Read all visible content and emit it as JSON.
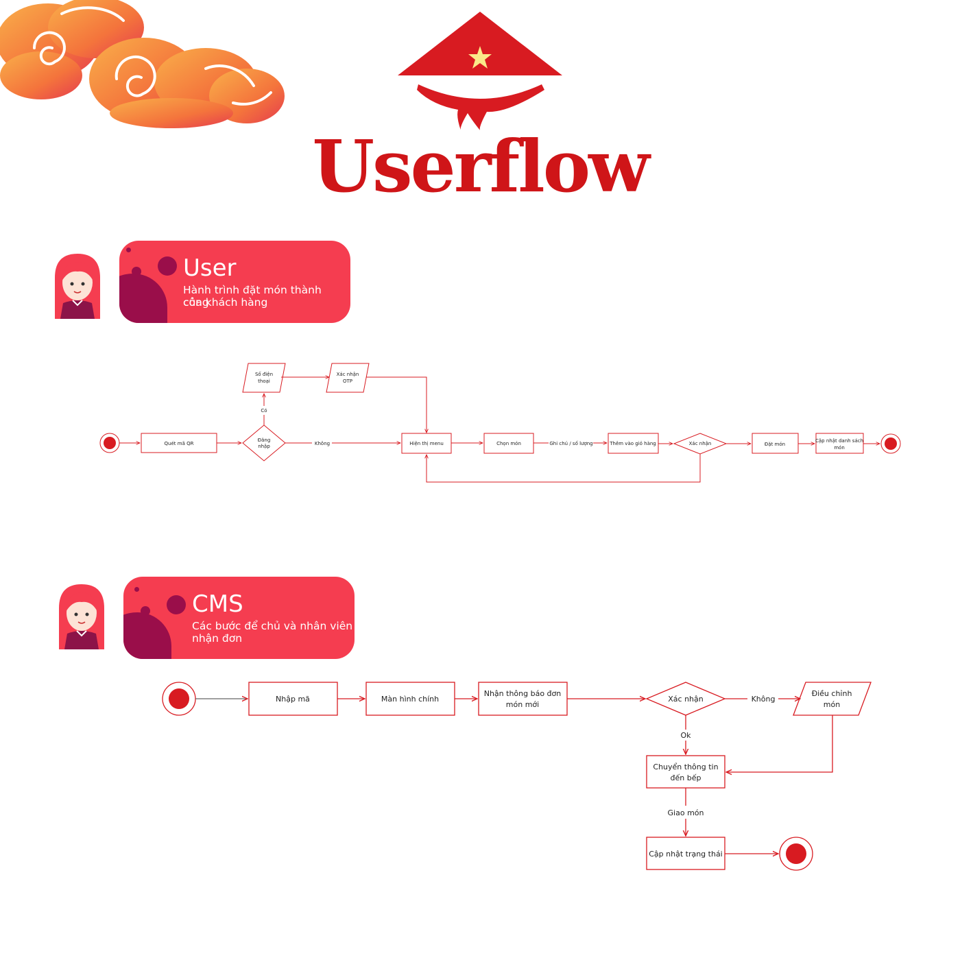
{
  "title": "Userflow",
  "colors": {
    "red": "#d81b21",
    "card": "#f53d50",
    "dark": "#9a0e4a",
    "star": "#fbe98a",
    "cloud": "#f59a40"
  },
  "user_section": {
    "heading": "User",
    "description_line1": "Hành trình đặt món thành công",
    "description_line2": "của khách hàng"
  },
  "cms_section": {
    "heading": "CMS",
    "description_line1": "Các bước để chủ và nhân viên",
    "description_line2": "nhận đơn"
  },
  "user_flow": {
    "scan_qr": "Quét mã QR",
    "login_1": "Đăng",
    "login_2": "nhập",
    "yes_label": "Có",
    "no_label": "Không",
    "phone_1": "Số điện",
    "phone_2": "thoại",
    "otp_1": "Xác nhận",
    "otp_2": "OTP",
    "show_menu": "Hiện thị menu",
    "choose_dish": "Chọn món",
    "note_qty": "Ghi chú / số lượng",
    "add_cart": "Thêm vào giỏ hàng",
    "confirm": "Xác nhận",
    "order": "Đặt món",
    "update_1": "Cập nhật danh sách",
    "update_2": "món"
  },
  "cms_flow": {
    "enter_code": "Nhập mã",
    "main_screen": "Màn hình chính",
    "notify_1": "Nhận thông báo đơn",
    "notify_2": "món mới",
    "confirm": "Xác nhận",
    "no_label": "Không",
    "adjust_1": "Điều chỉnh",
    "adjust_2": "món",
    "ok_label": "Ok",
    "kitchen_1": "Chuyển thông tin",
    "kitchen_2": "đến bếp",
    "deliver_label": "Giao món",
    "update_status": "Cập nhật trạng thái"
  }
}
